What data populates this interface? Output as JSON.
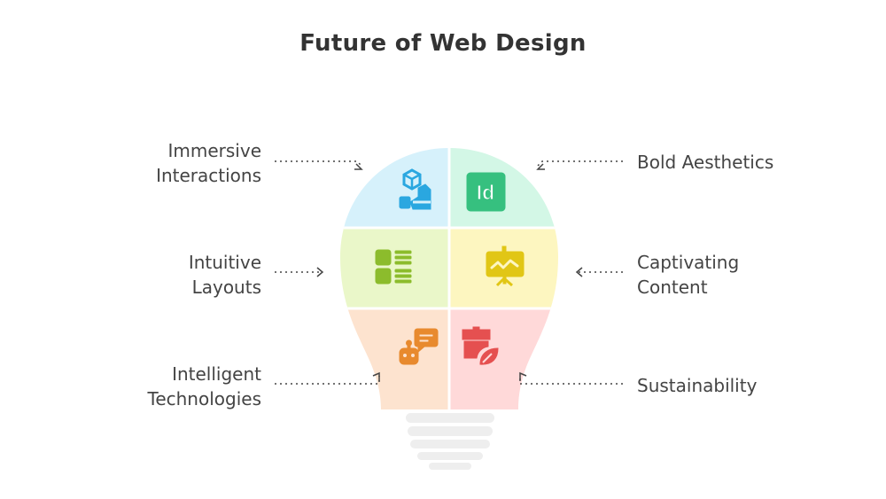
{
  "title": "Future of Web Design",
  "items": [
    {
      "key": "immersive",
      "lines": [
        "Immersive",
        "Interactions"
      ],
      "side": "left",
      "color": "#d6f1fb",
      "icon": "vr-interaction-icon",
      "icon_color": "#2aa7e0"
    },
    {
      "key": "bold",
      "lines": [
        "Bold Aesthetics"
      ],
      "side": "right",
      "color": "#d3f7e6",
      "icon": "indesign-icon",
      "icon_color": "#36c07f"
    },
    {
      "key": "intuitive",
      "lines": [
        "Intuitive",
        "Layouts"
      ],
      "side": "left",
      "color": "#eaf7c9",
      "icon": "layout-grid-icon",
      "icon_color": "#8cbc2c"
    },
    {
      "key": "captivating",
      "lines": [
        "Captivating",
        "Content"
      ],
      "side": "right",
      "color": "#fdf6c0",
      "icon": "presentation-chart-icon",
      "icon_color": "#e1c615"
    },
    {
      "key": "intelligent",
      "lines": [
        "Intelligent",
        "Technologies"
      ],
      "side": "left",
      "color": "#fde3cf",
      "icon": "robot-chat-icon",
      "icon_color": "#e88a2e"
    },
    {
      "key": "sustainability",
      "lines": [
        "Sustainability"
      ],
      "side": "right",
      "color": "#ffd9d9",
      "icon": "eco-box-icon",
      "icon_color": "#e55050"
    }
  ],
  "bulb_base_color": "#eeeeee"
}
